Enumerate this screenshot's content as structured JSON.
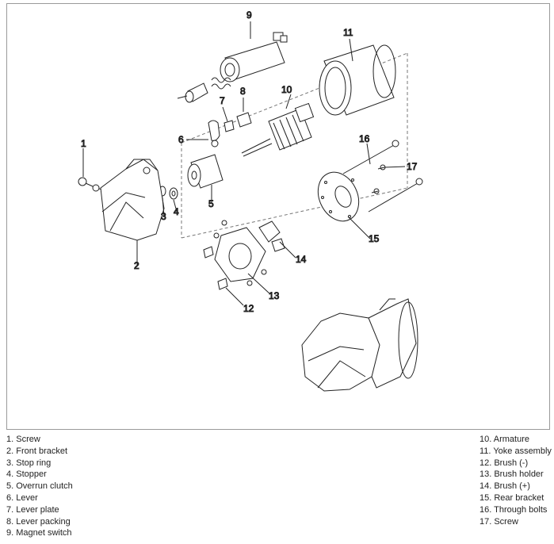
{
  "diagram": {
    "callouts": [
      "1",
      "2",
      "3",
      "4",
      "5",
      "6",
      "7",
      "8",
      "9",
      "10",
      "11",
      "12",
      "13",
      "14",
      "15",
      "16",
      "17"
    ]
  },
  "legend": {
    "left": [
      "1. Screw",
      "2. Front bracket",
      "3. Stop ring",
      "4. Stopper",
      "5. Overrun clutch",
      "6. Lever",
      "7. Lever plate",
      "8. Lever packing",
      "9. Magnet switch"
    ],
    "right": [
      "10. Armature",
      "11. Yoke assembly",
      "12. Brush (-)",
      "13. Brush holder",
      "14. Brush (+)",
      "15. Rear bracket",
      "16. Through bolts",
      "17. Screw"
    ]
  }
}
